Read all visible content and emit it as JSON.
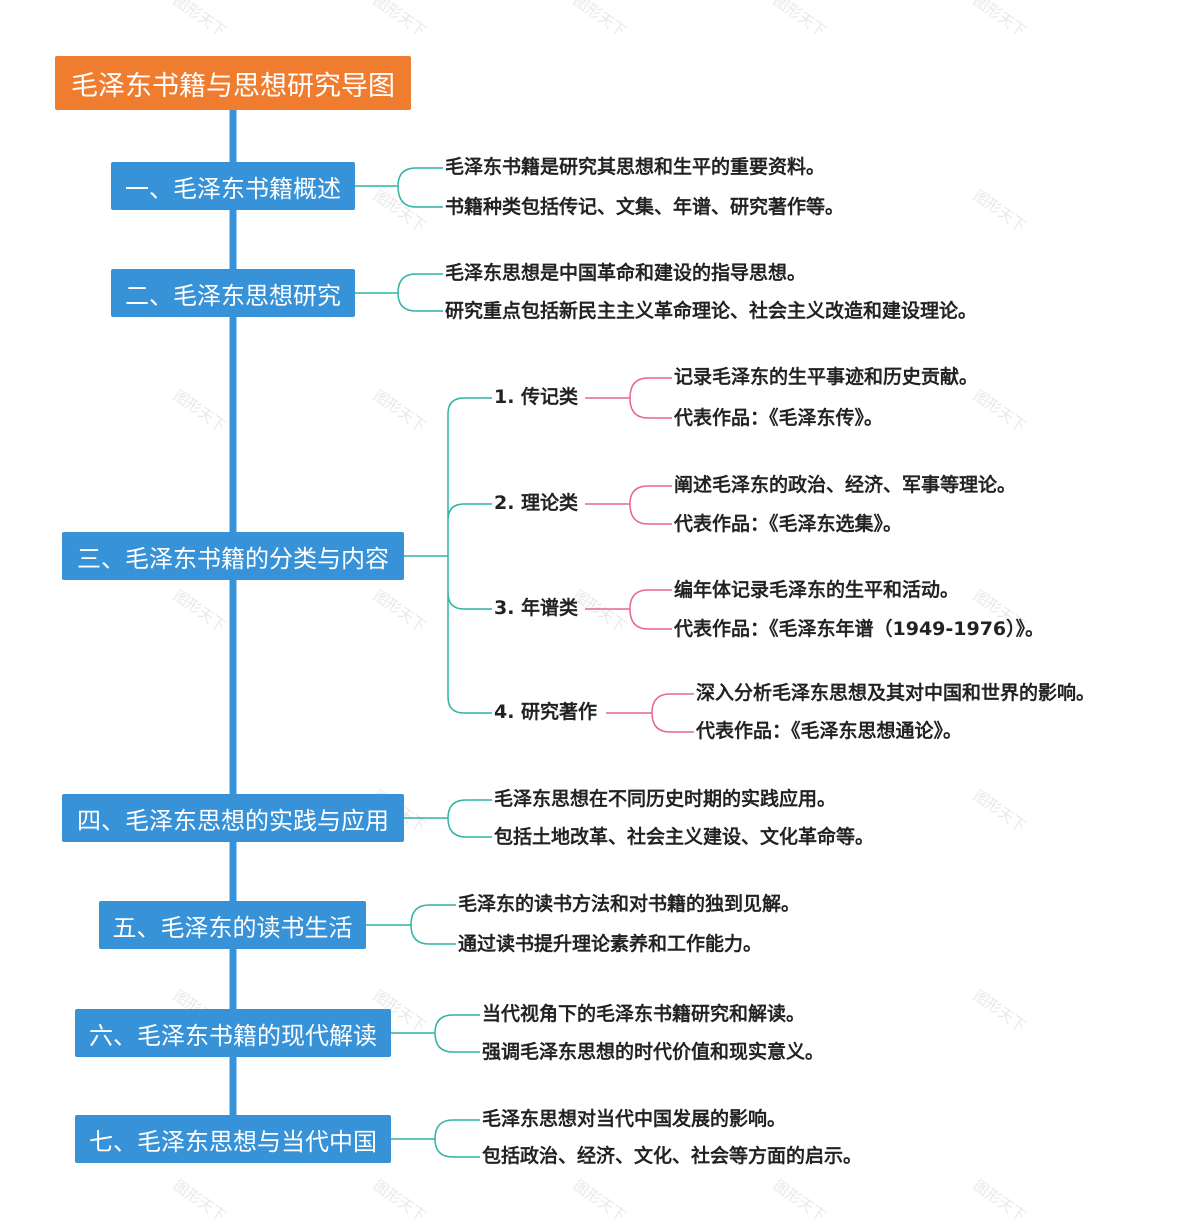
{
  "watermark": "图形天下",
  "root": {
    "title": "毛泽东书籍与思想研究导图"
  },
  "colors": {
    "root": "#f07d2f",
    "section": "#3792d8",
    "spine": "#3792d8",
    "teal": "#2fb3a3",
    "pink": "#e5668d"
  },
  "sections": [
    {
      "title": "一、毛泽东书籍概述",
      "points": [
        "毛泽东书籍是研究其思想和生平的重要资料。",
        "书籍种类包括传记、文集、年谱、研究著作等。"
      ]
    },
    {
      "title": "二、毛泽东思想研究",
      "points": [
        "毛泽东思想是中国革命和建设的指导思想。",
        "研究重点包括新民主主义革命理论、社会主义改造和建设理论。"
      ]
    },
    {
      "title": "三、毛泽东书籍的分类与内容",
      "categories": [
        {
          "label": "1. 传记类",
          "points": [
            "记录毛泽东的生平事迹和历史贡献。",
            "代表作品：《毛泽东传》。"
          ]
        },
        {
          "label": "2. 理论类",
          "points": [
            "阐述毛泽东的政治、经济、军事等理论。",
            "代表作品：《毛泽东选集》。"
          ]
        },
        {
          "label": "3. 年谱类",
          "points": [
            "编年体记录毛泽东的生平和活动。",
            "代表作品：《毛泽东年谱（1949-1976）》。"
          ]
        },
        {
          "label": "4. 研究著作",
          "points": [
            "深入分析毛泽东思想及其对中国和世界的影响。",
            "代表作品：《毛泽东思想通论》。"
          ]
        }
      ]
    },
    {
      "title": "四、毛泽东思想的实践与应用",
      "points": [
        "毛泽东思想在不同历史时期的实践应用。",
        "包括土地改革、社会主义建设、文化革命等。"
      ]
    },
    {
      "title": "五、毛泽东的读书生活",
      "points": [
        "毛泽东的读书方法和对书籍的独到见解。",
        "通过读书提升理论素养和工作能力。"
      ]
    },
    {
      "title": "六、毛泽东书籍的现代解读",
      "points": [
        "当代视角下的毛泽东书籍研究和解读。",
        "强调毛泽东思想的时代价值和现实意义。"
      ]
    },
    {
      "title": "七、毛泽东思想与当代中国",
      "points": [
        "毛泽东思想对当代中国发展的影响。",
        "包括政治、经济、文化、社会等方面的启示。"
      ]
    }
  ]
}
